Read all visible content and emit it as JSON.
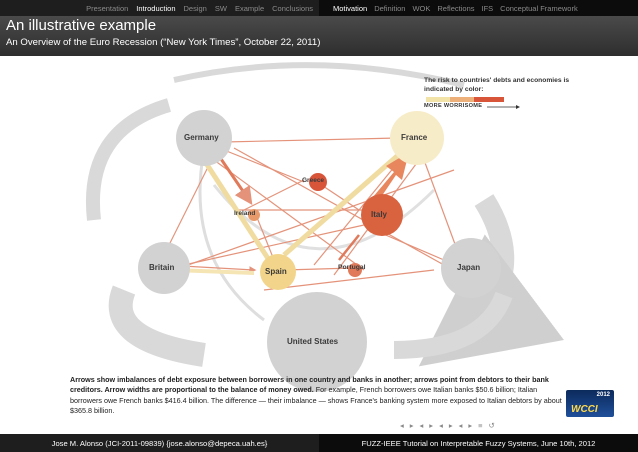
{
  "nav": {
    "left_items": [
      {
        "label": "Presentation",
        "active": false
      },
      {
        "label": "Introduction",
        "active": true
      },
      {
        "label": "Design",
        "active": false
      },
      {
        "label": "SW",
        "active": false
      },
      {
        "label": "Example",
        "active": false
      },
      {
        "label": "Conclusions",
        "active": false
      }
    ],
    "right_items": [
      {
        "label": "Motivation",
        "active": true
      },
      {
        "label": "Definition",
        "active": false
      },
      {
        "label": "WOK",
        "active": false
      },
      {
        "label": "Reflections",
        "active": false
      },
      {
        "label": "IFS",
        "active": false
      },
      {
        "label": "Conceptual Framework",
        "active": false
      }
    ]
  },
  "slide": {
    "title": "An illustrative example",
    "subtitle": "An Overview of the Euro Recession (“New York Times”, October 22, 2011)"
  },
  "figure": {
    "legend_title": "The risk to countries' debts and economies is indicated by color:",
    "legend_worse": "MORE WORRISOME",
    "nodes": {
      "germany": "Germany",
      "france": "France",
      "greece": "Greece",
      "ireland": "Ireland",
      "italy": "Italy",
      "britain": "Britain",
      "spain": "Spain",
      "portugal": "Portugal",
      "japan": "Japan",
      "us": "United States"
    },
    "caption_bold": "Arrows show imbalances of debt exposure between borrowers in one country and banks in another; arrows point from debtors to their bank creditors. Arrow widths are proportional to the balance of money owed.",
    "caption_rest": " For example, French borrowers owe Italian banks $50.6 billion; Italian borrowers owe French banks $416.4 billion. The difference — their imbalance — shows France's banking system more exposed to Italian debtors by about $365.8 billion."
  },
  "nav_symbols": [
    "◂",
    "▸",
    "◂",
    "▸",
    "◂",
    "▸",
    "◂",
    "▸",
    "≡",
    "↺"
  ],
  "badge": {
    "year": "2012",
    "name": "WCCI"
  },
  "footer": {
    "left": "Jose M. Alonso (JCI-2011-09839) {jose.alonso@depeca.uah.es}",
    "right": "FUZZ-IEEE Tutorial on Interpretable Fuzzy Systems, June 10th, 2012"
  },
  "colors": {
    "header_bg": "#2e2e2e",
    "risk_low": "#f2e3a8",
    "risk_mid": "#e89a6a",
    "risk_high": "#d9553a",
    "node_grey": "#d2d2d2"
  }
}
